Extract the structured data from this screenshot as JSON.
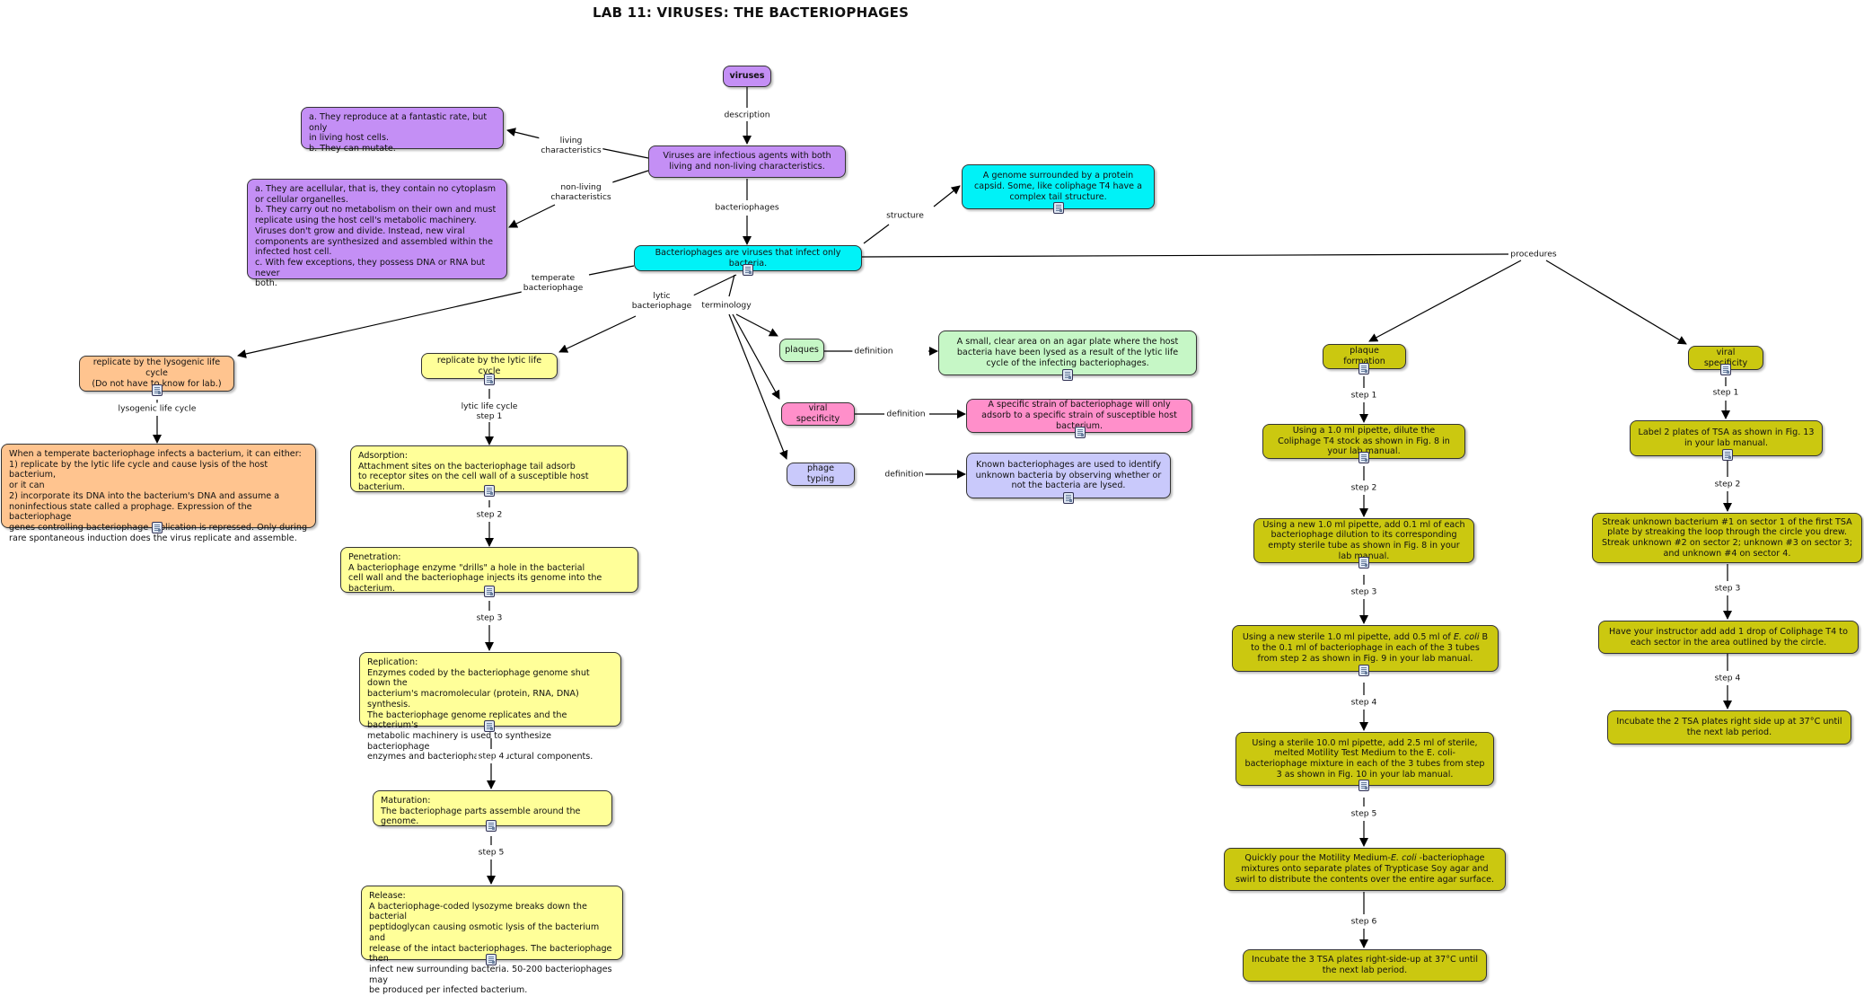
{
  "title": "LAB 11: VIRUSES: THE BACTERIOPHAGES",
  "nodes": {
    "viruses": "viruses",
    "viruses_desc": "Viruses are infectious agents with both living and non-living characteristics.",
    "living": "a. They reproduce at a fantastic rate, but only\n     in living host cells.\nb. They can mutate.",
    "nonliving": "a. They are acellular, that is, they contain no cytoplasm\n     or cellular organelles.\nb. They carry out no metabolism on their own and must\n     replicate using the host cell's metabolic machinery.\n     Viruses don't grow and divide. Instead, new viral\n     components are synthesized and assembled within the\n     infected host cell.\nc. With few exceptions, they possess DNA or RNA but never\n     both.",
    "bacteriophages": "Bacteriophages are viruses that infect only bacteria.",
    "structure": "A genome surrounded by a protein capsid. Some, like coliphage T4 have a complex tail structure.",
    "lysogenic": "replicate by the lysogenic life cycle\n(Do not have to know for lab.)",
    "lysogenic_detail": "When a temperate bacteriophage infects a bacterium, it can either:\n1) replicate by the lytic life cycle and cause lysis of the host bacterium,\n     or it can\n2) incorporate its DNA into the bacterium's DNA and assume a\n     noninfectious state called a prophage. Expression of the bacteriophage\n     genes controlling bacteriophage replication is repressed. Only during\n     rare spontaneous induction does the virus replicate and assemble.",
    "lytic": "replicate by the lytic life cycle",
    "adsorption": "Adsorption:\nAttachment sites on the bacteriophage tail adsorb\nto receptor sites on the cell wall of a susceptible host bacterium.",
    "penetration": "Penetration:\nA bacteriophage enzyme \"drills\" a hole in the bacterial\ncell wall and the bacteriophage injects its genome into the bacterium.",
    "replication": "Replication:\nEnzymes coded by the bacteriophage genome shut down the\nbacterium's macromolecular (protein, RNA, DNA) synthesis.\nThe bacteriophage genome replicates and the bacterium's\nmetabolic machinery is used to synthesize bacteriophage\nenzymes and bacteriophage structural components.",
    "maturation": "Maturation:\nThe bacteriophage parts assemble around the genome.",
    "release": "Release:\nA bacteriophage-coded lysozyme breaks down the bacterial\npeptidoglycan causing osmotic lysis of the bacterium and\nrelease of the intact bacteriophages. The bacteriophage then\ninfect new surrounding bacteria. 50-200 bacteriophages may\nbe produced per infected bacterium.",
    "plaques": "plaques",
    "plaques_def": "A small, clear area on an agar plate where the host bacteria have been lysed as a result of the lytic life cycle of the infecting bacteriophages.",
    "viral_spec_term": "viral specificity",
    "viral_spec_def": "A specific strain of bacteriophage will only adsorb to a specific strain of susceptible host bacterium.",
    "phage_typing": "phage typing",
    "phage_typing_def": "Known bacteriophages are used to identify unknown bacteria by observing whether or not the bacteria are lysed.",
    "plaque_formation": "plaque formation",
    "pf1": "Using a 1.0 ml pipette, dilute the Coliphage T4 stock as shown in Fig. 8 in your lab manual.",
    "pf2": "Using a new 1.0 ml pipette, add 0.1 ml of each bacteriophage dilution to its corresponding empty sterile tube as shown in Fig. 8 in your lab manual.",
    "pf3_a": "Using a new sterile 1.0 ml pipette, add 0.5 ml of ",
    "pf3_i": "E. coli",
    "pf3_b": "  B to the 0.1 ml of bacteriophage in each of the 3 tubes from step 2 as shown in Fig. 9 in your lab manual.",
    "pf4": "Using a sterile 10.0 ml pipette, add 2.5 ml of sterile, melted Motility Test Medium to the E. coli-bacteriophage mixture in each of the 3 tubes from step 3 as shown in Fig. 10 in your lab manual.",
    "pf5_a": "Quickly pour the Motility Medium-",
    "pf5_i": "E. coli",
    "pf5_b": " -bacteriophage mixtures onto separate plates of Trypticase Soy agar and swirl to distribute the contents over the entire agar surface.",
    "pf6": "Incubate the 3 TSA plates right-side-up at 37°C until the next lab period.",
    "viral_spec_proc": "viral specificity",
    "vs1": "Label 2 plates  of TSA as shown in Fig. 13 in your lab manual.",
    "vs2": "Streak unknown bacterium #1 on sector 1 of the first TSA plate by streaking the loop through the circle you drew. Streak unknown #2 on sector 2; unknown #3 on sector 3; and unknown #4 on sector 4.",
    "vs3": "Have your instructor add add 1 drop of Coliphage T4 to each sector in the area outlined by the circle.",
    "vs4": "Incubate the 2 TSA plates right side up at 37°C until the next lab period."
  },
  "labels": {
    "description": "description",
    "living": "living\ncharacteristics",
    "nonliving": "non-living\ncharacteristics",
    "bacteriophages": "bacteriophages",
    "structure": "structure",
    "procedures": "procedures",
    "temperate": "temperate\nbacteriophage",
    "lytic": "lytic\nbacteriophage",
    "terminology": "terminology",
    "lysogenic_cycle": "lysogenic life cycle",
    "lytic_step1": "lytic life cycle\nstep 1",
    "step2": "step 2",
    "step3": "step 3",
    "step4": "step 4",
    "step5": "step 5",
    "step6": "step 6",
    "step1": "step 1",
    "definition": "definition"
  },
  "colors": {
    "purple": "#c48ff5",
    "cyan": "#00f2f7",
    "orange": "#ffc48f",
    "yellow": "#ffff99",
    "olive": "#cbc810",
    "green": "#c6f7c6",
    "pink": "#ff8fca",
    "lavender": "#c9c9fb"
  },
  "icons": [
    "document-icon"
  ]
}
